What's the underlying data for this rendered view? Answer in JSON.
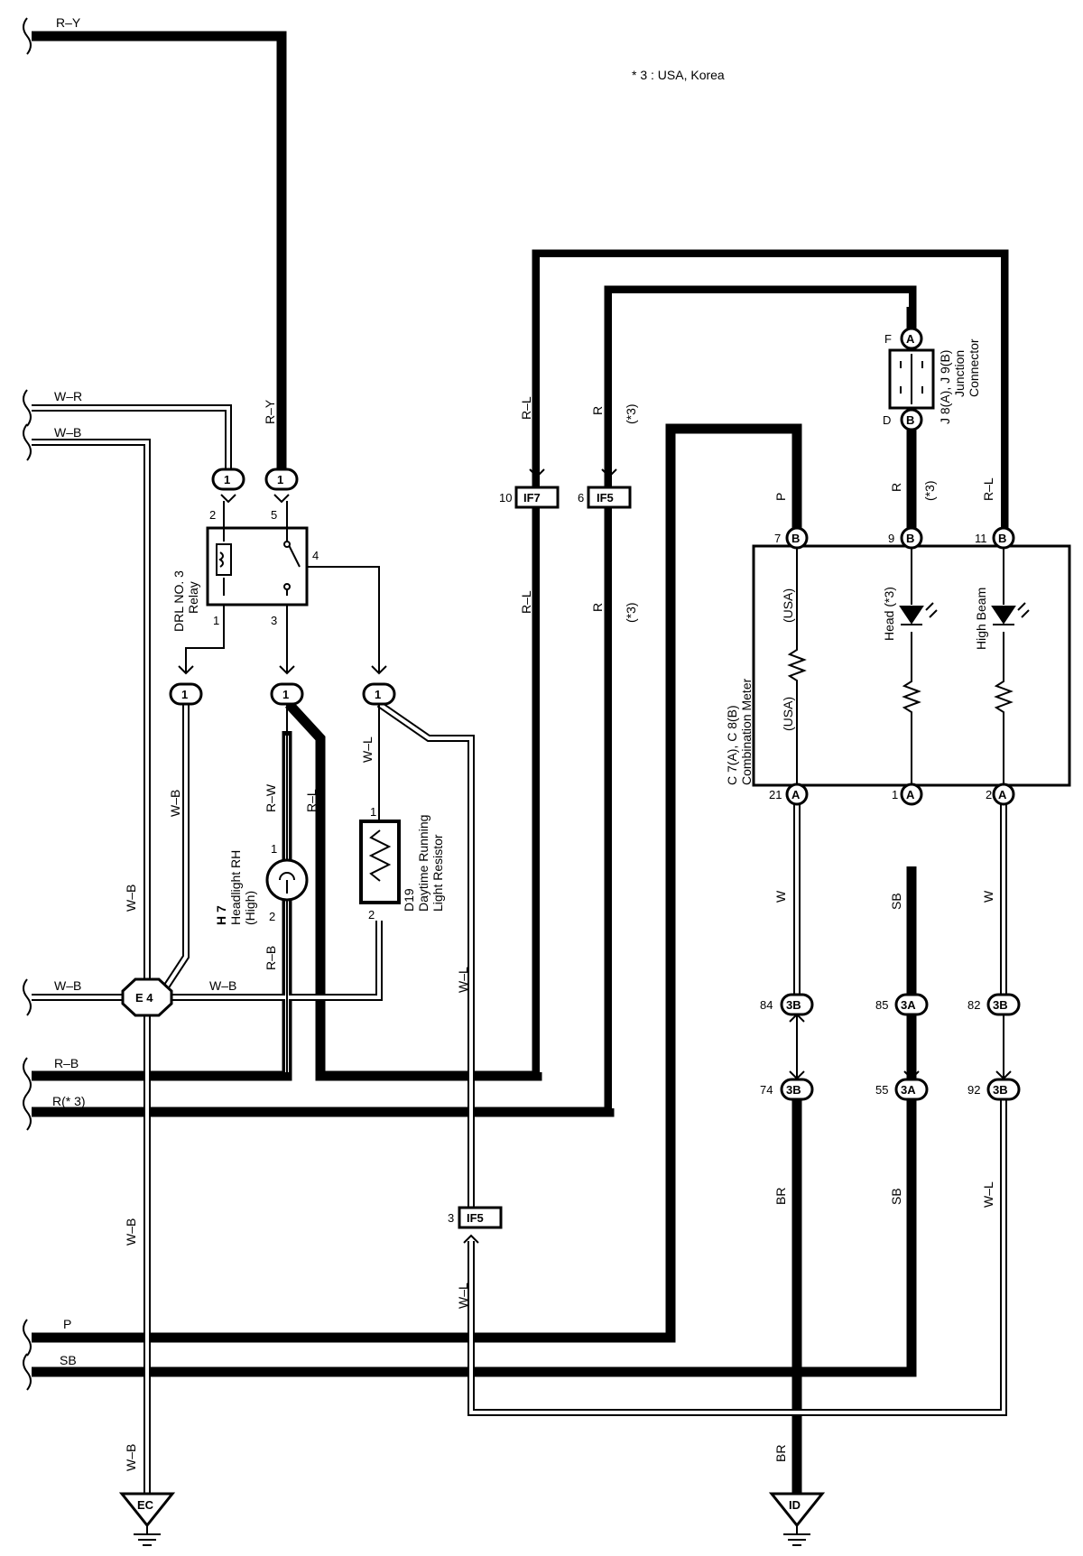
{
  "note": "* 3 : USA,  Korea",
  "wires": {
    "ry": "R–Y",
    "wr": "W–R",
    "wb": "W–B",
    "rb": "R–B",
    "r3": "R(* 3)",
    "p": "P",
    "sb": "SB",
    "rw": "R–W",
    "rl": "R–L",
    "wl": "W–L",
    "r": "R",
    "star3": "(*3)",
    "w": "W",
    "br": "BR"
  },
  "relay": {
    "name": "DRL NO. 3",
    "sub": "Relay",
    "pins": [
      "2",
      "5",
      "4",
      "1",
      "3"
    ]
  },
  "headlight": {
    "id": "H 7",
    "name": "Headlight RH",
    "sub": "(High)",
    "pins": [
      "1",
      "2"
    ]
  },
  "resistor": {
    "id": "D19",
    "name": "Daytime Running",
    "sub": "Light Resistor",
    "pins": [
      "1",
      "2"
    ]
  },
  "junction": {
    "id": "J 8(A), J 9(B)",
    "name": "Junction",
    "sub": "Connector",
    "pin_top": "F",
    "pin_bot": "D",
    "letter_top": "A",
    "letter_bot": "B"
  },
  "meter": {
    "id": "C 7(A), C 8(B)",
    "name": "Combination Meter",
    "usa": "(USA)",
    "head": "Head (*3)",
    "high": "High Beam",
    "top_pins": [
      {
        "n": "7",
        "c": "B"
      },
      {
        "n": "9",
        "c": "B"
      },
      {
        "n": "11",
        "c": "B"
      }
    ],
    "bot_pins": [
      {
        "n": "21",
        "c": "A"
      },
      {
        "n": "1",
        "c": "A"
      },
      {
        "n": "2",
        "c": "A"
      }
    ]
  },
  "connectors": {
    "one": "1",
    "if7": {
      "pin": "10",
      "name": "IF7"
    },
    "if5a": {
      "pin": "6",
      "name": "IF5"
    },
    "if5b": {
      "pin": "3",
      "name": "IF5"
    },
    "e4": "E 4",
    "c84": {
      "pin": "84",
      "name": "3B"
    },
    "c85": {
      "pin": "85",
      "name": "3A"
    },
    "c82": {
      "pin": "82",
      "name": "3B"
    },
    "c74": {
      "pin": "74",
      "name": "3B"
    },
    "c55": {
      "pin": "55",
      "name": "3A"
    },
    "c92": {
      "pin": "92",
      "name": "3B"
    }
  },
  "grounds": {
    "ec": "EC",
    "id": "ID"
  }
}
